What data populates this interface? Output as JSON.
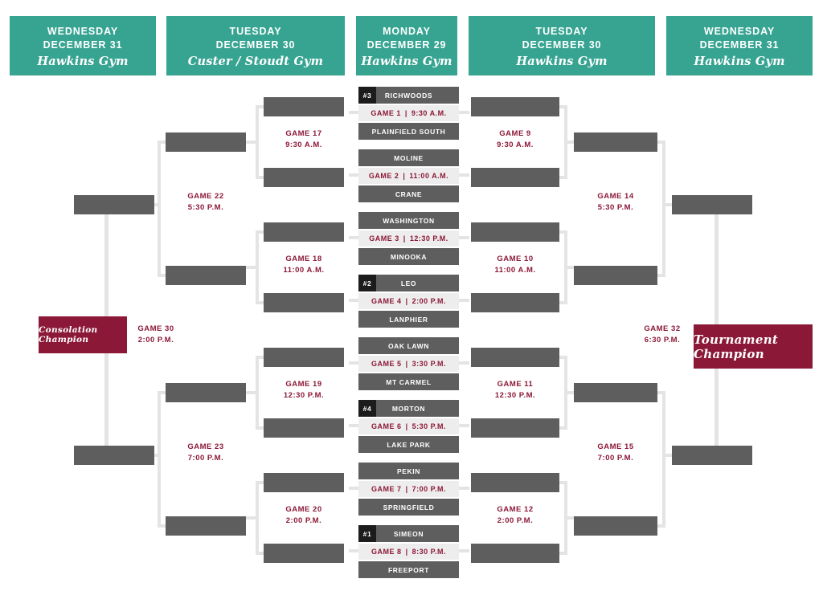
{
  "day_headers": [
    {
      "id": "header-left-outer",
      "dow": "WEDNESDAY",
      "date": "DECEMBER 31",
      "venue": "Hawkins Gym"
    },
    {
      "id": "header-left-inner",
      "dow": "TUESDAY",
      "date": "DECEMBER 30",
      "venue": "Custer / Stoudt Gym"
    },
    {
      "id": "header-center",
      "dow": "MONDAY",
      "date": "DECEMBER 29",
      "venue": "Hawkins Gym"
    },
    {
      "id": "header-right-inner",
      "dow": "TUESDAY",
      "date": "DECEMBER 30",
      "venue": "Hawkins Gym"
    },
    {
      "id": "header-right-outer",
      "dow": "WEDNESDAY",
      "date": "DECEMBER 31",
      "venue": "Hawkins Gym"
    }
  ],
  "round1": [
    {
      "game": "GAME 1",
      "time": "9:30 A.M.",
      "sep": "|",
      "top": {
        "seed": "#3",
        "team": "RICHWOODS"
      },
      "bottom": {
        "seed": "",
        "team": "PLAINFIELD SOUTH"
      }
    },
    {
      "game": "GAME 2",
      "time": "11:00 A.M.",
      "sep": "|",
      "top": {
        "seed": "",
        "team": "MOLINE"
      },
      "bottom": {
        "seed": "",
        "team": "CRANE"
      }
    },
    {
      "game": "GAME 3",
      "time": "12:30 P.M.",
      "sep": "|",
      "top": {
        "seed": "",
        "team": "WASHINGTON"
      },
      "bottom": {
        "seed": "",
        "team": "MINOOKA"
      }
    },
    {
      "game": "GAME 4",
      "time": "2:00 P.M.",
      "sep": "|",
      "top": {
        "seed": "#2",
        "team": "LEO"
      },
      "bottom": {
        "seed": "",
        "team": "LANPHIER"
      }
    },
    {
      "game": "GAME 5",
      "time": "3:30 P.M.",
      "sep": "|",
      "top": {
        "seed": "",
        "team": "OAK LAWN"
      },
      "bottom": {
        "seed": "",
        "team": "MT CARMEL"
      }
    },
    {
      "game": "GAME 6",
      "time": "5:30 P.M.",
      "sep": "|",
      "top": {
        "seed": "#4",
        "team": "MORTON"
      },
      "bottom": {
        "seed": "",
        "team": "LAKE PARK"
      }
    },
    {
      "game": "GAME 7",
      "time": "7:00 P.M.",
      "sep": "|",
      "top": {
        "seed": "",
        "team": "PEKIN"
      },
      "bottom": {
        "seed": "",
        "team": "SPRINGFIELD"
      }
    },
    {
      "game": "GAME 8",
      "time": "8:30 P.M.",
      "sep": "|",
      "top": {
        "seed": "#1",
        "team": "SIMEON"
      },
      "bottom": {
        "seed": "",
        "team": "FREEPORT"
      }
    }
  ],
  "winners_right": [
    {
      "game": "GAME 9",
      "time": "9:30 A.M."
    },
    {
      "game": "GAME 10",
      "time": "11:00 A.M."
    },
    {
      "game": "GAME 11",
      "time": "12:30 P.M."
    },
    {
      "game": "GAME 12",
      "time": "2:00 P.M."
    },
    {
      "game": "GAME 14",
      "time": "5:30 P.M."
    },
    {
      "game": "GAME 15",
      "time": "7:00 P.M."
    }
  ],
  "consolation_left": [
    {
      "game": "GAME 17",
      "time": "9:30 A.M."
    },
    {
      "game": "GAME 18",
      "time": "11:00 A.M."
    },
    {
      "game": "GAME 19",
      "time": "12:30 P.M."
    },
    {
      "game": "GAME 20",
      "time": "2:00 P.M."
    },
    {
      "game": "GAME 22",
      "time": "5:30 P.M."
    },
    {
      "game": "GAME 23",
      "time": "7:00 P.M."
    }
  ],
  "finals": {
    "consolation": {
      "game": "GAME 30",
      "time": "2:00 P.M.",
      "title": "Consolation Champion"
    },
    "tournament": {
      "game": "GAME 32",
      "time": "6:30 P.M.",
      "title": "Tournament Champion"
    }
  },
  "colors": {
    "teal": "#37a492",
    "maroon": "#8c1838",
    "slot_gray": "#5e5e5e",
    "line_gray": "#e4e4e4",
    "game_row_bg": "#ededed",
    "seed_black": "#1c1c1c"
  }
}
